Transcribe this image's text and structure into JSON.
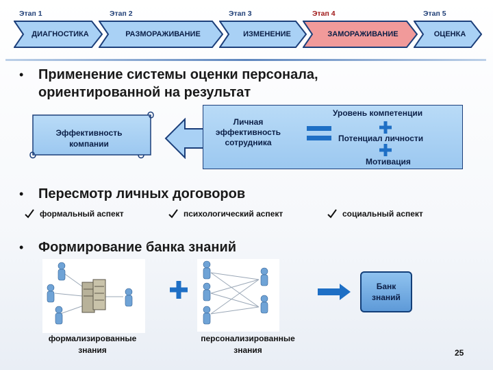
{
  "stages": [
    {
      "num": "Этап 1",
      "label": "ДИАГНОСТИКА",
      "active": false
    },
    {
      "num": "Этап 2",
      "label": "РАЗМОРАЖИВАНИЕ",
      "active": false
    },
    {
      "num": "Этап 3",
      "label": "ИЗМЕНЕНИЕ",
      "active": false
    },
    {
      "num": "Этап 4",
      "label": "ЗАМОРАЖИВАНИЕ",
      "active": true
    },
    {
      "num": "Этап 5",
      "label": "ОЦЕНКА",
      "active": false
    }
  ],
  "colors": {
    "stage_fill": "#a9d1f5",
    "stage_active_fill": "#f19a9a",
    "stage_border": "#1c3f7a",
    "accent_blue": "#1e6fc5",
    "box_fill": "#a9d1f5"
  },
  "bullet1": {
    "line1": "Применение системы оценки персонала,",
    "line2": "ориентированной на результат"
  },
  "scroll": {
    "line1": "Эффективность",
    "line2": "компании"
  },
  "personal": {
    "line1": "Личная",
    "line2": "эффективность",
    "line3": "сотрудника"
  },
  "components": {
    "c1": "Уровень компетенции",
    "c2": "Потенциал личности",
    "c3": "Мотивация"
  },
  "bullet2": "Пересмотр личных договоров",
  "aspects": [
    "формальный аспект",
    "психологический аспект",
    "социальный аспект"
  ],
  "bullet3": "Формирование банка знаний",
  "bank": {
    "line1": "Банк",
    "line2": "знаний"
  },
  "captions": {
    "formal_line1": "формализированные",
    "formal_line2": "знания",
    "personal_line1": "персонализированные",
    "personal_line2": "знания"
  },
  "page_number": "25",
  "icons": [
    "equals-icon",
    "plus-icon",
    "left-arrow-icon",
    "right-arrow-icon",
    "check-icon",
    "person-icon",
    "server-icon"
  ]
}
